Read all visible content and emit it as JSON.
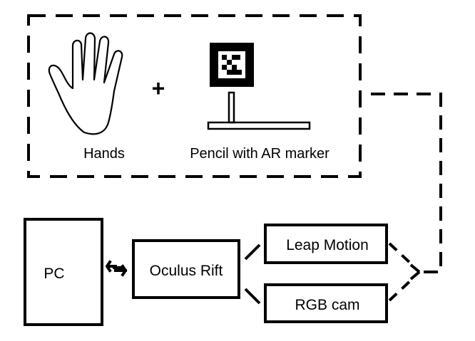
{
  "labels": {
    "hands": "Hands",
    "plus": "+",
    "pencil": "Pencil with AR marker",
    "pc": "PC",
    "oculus": "Oculus Rift",
    "leap": "Leap Motion",
    "rgb": "RGB cam"
  },
  "icons": {
    "hand": "hand-outline-icon",
    "marker": "ar-marker-icon",
    "pencil": "pencil-stand-icon"
  },
  "colors": {
    "stroke": "#000000",
    "background": "#ffffff"
  }
}
